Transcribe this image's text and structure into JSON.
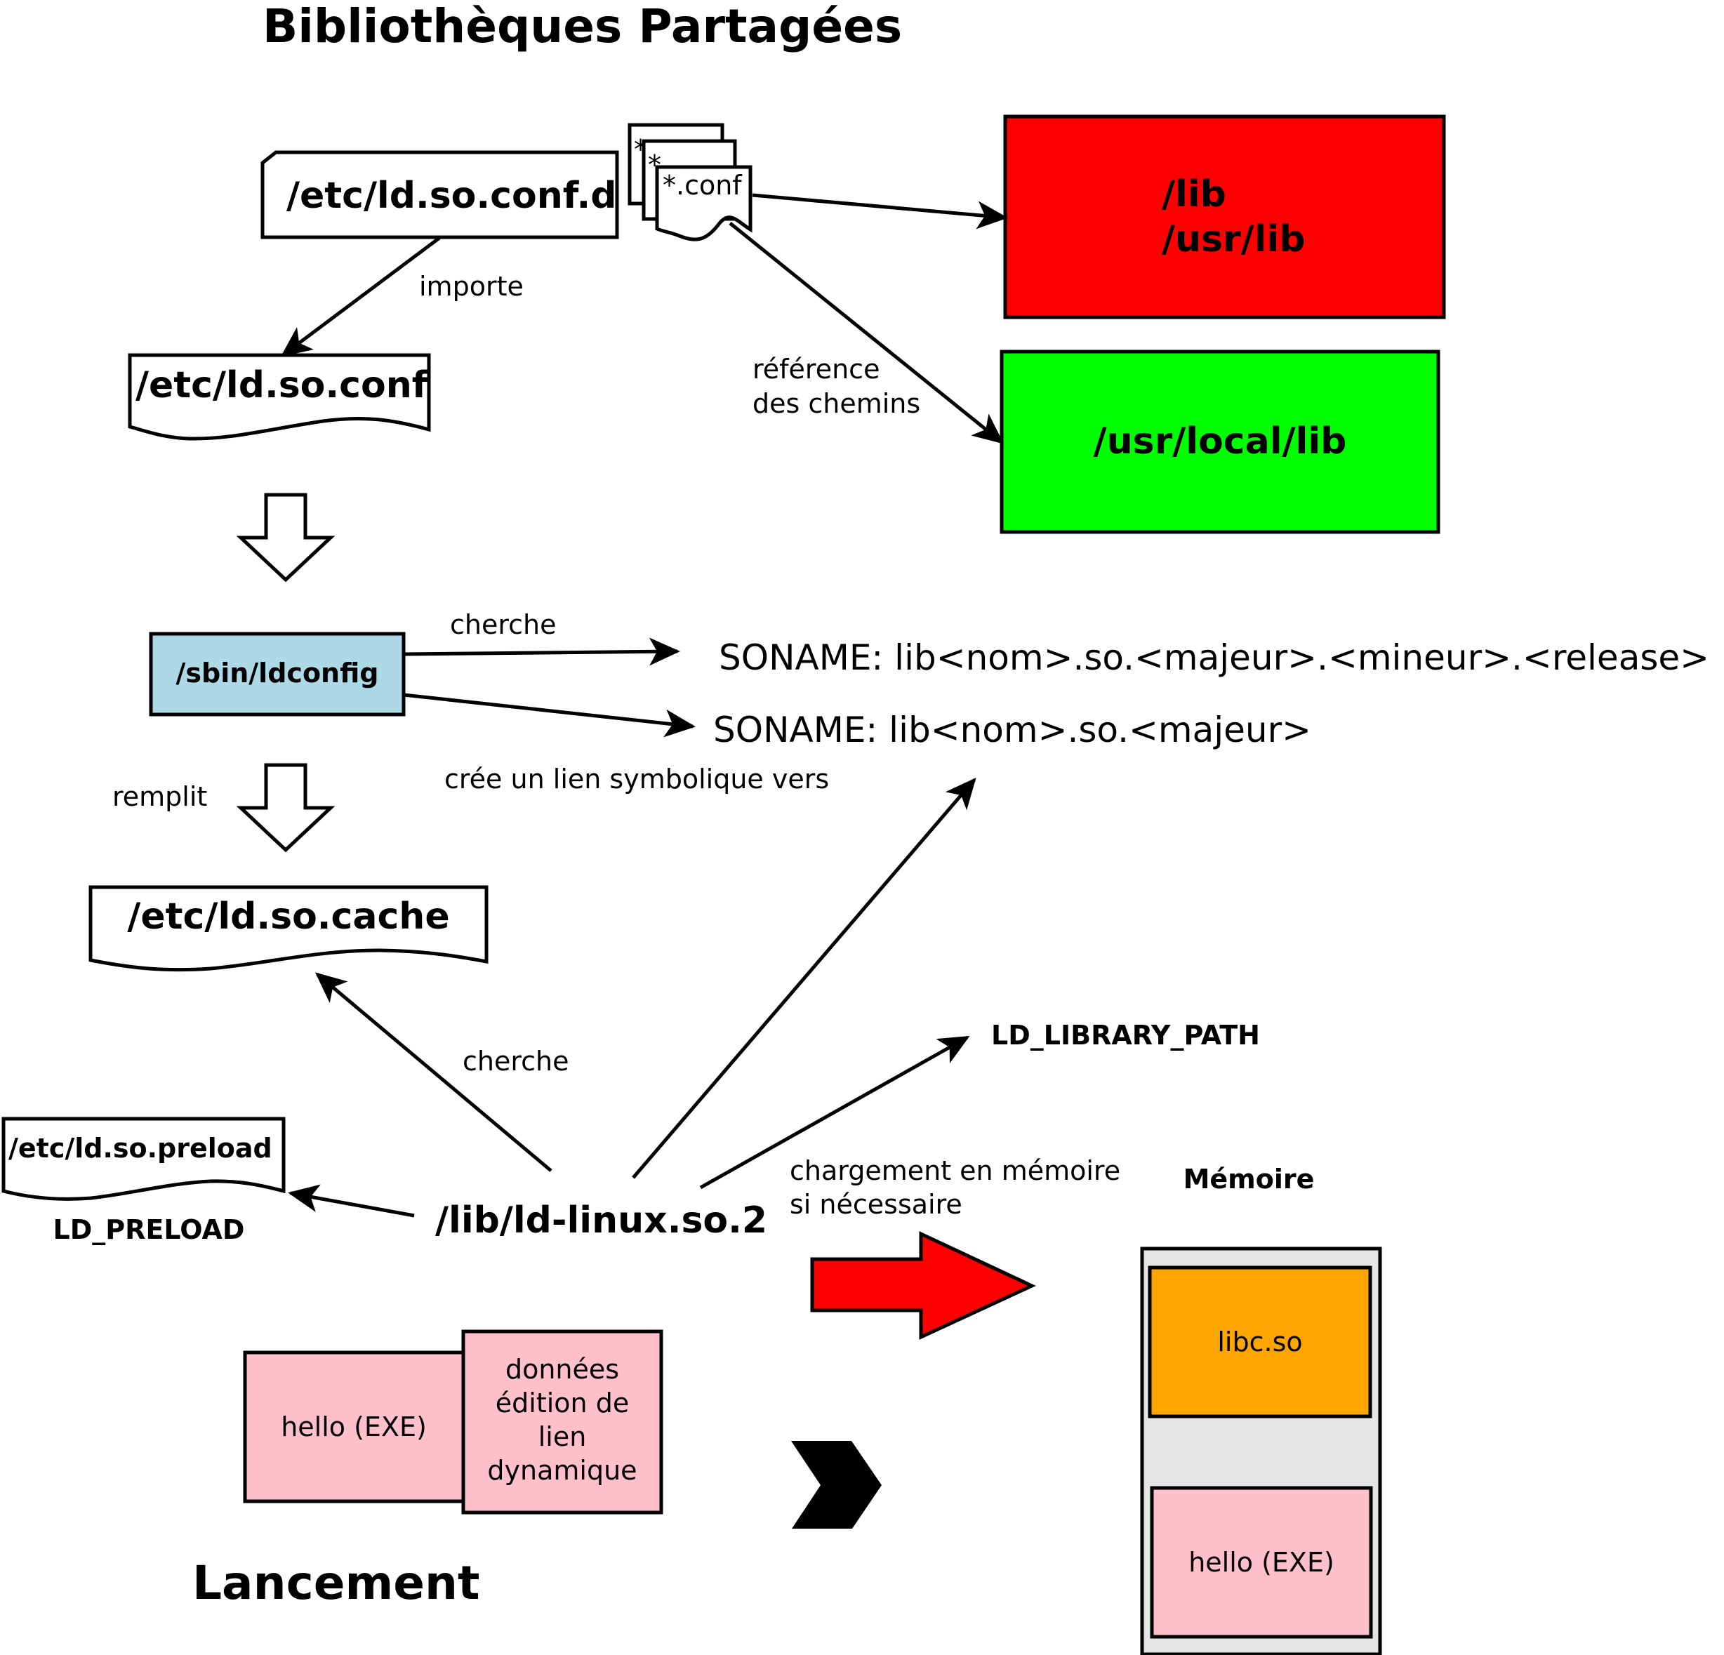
{
  "title": "Bibliothèques Partagées",
  "footer_title": "Lancement",
  "colors": {
    "lib_box": "#ff0000",
    "local_lib_box": "#00ff00",
    "ldconfig_box": "#add8e6",
    "libc_box": "#ffa500",
    "exe_box": "#ffc0cb",
    "memory_box": "#e5e5e5",
    "load_arrow": "#ff0000"
  },
  "nodes": {
    "ld_so_conf_d": "/etc/ld.so.conf.d",
    "conf_files": {
      "front": "*.conf",
      "back1": "*",
      "back2": "*"
    },
    "lib_dirs": {
      "line1": "/lib",
      "line2": "/usr/lib"
    },
    "usr_local_lib": "/usr/local/lib",
    "ld_so_conf": "/etc/ld.so.conf",
    "ldconfig": "/sbin/ldconfig",
    "soname_full": "SONAME: lib<nom>.so.<majeur>.<mineur>.<release>",
    "soname_major": "SONAME: lib<nom>.so.<majeur>",
    "ld_so_cache": "/etc/ld.so.cache",
    "ld_so_preload": "/etc/ld.so.preload",
    "ld_preload": "LD_PRELOAD",
    "ld_linux": "/lib/ld-linux.so.2",
    "ld_library_path": "LD_LIBRARY_PATH",
    "memory_label": "Mémoire",
    "libc": "libc.so",
    "hello_exe": "hello (EXE)",
    "hello_exe_mem": "hello (EXE)",
    "dyn_link_data": [
      "données",
      "édition de",
      "lien",
      "dynamique"
    ]
  },
  "edge_labels": {
    "importe": "importe",
    "reference_line1": "référence",
    "reference_line2": "des chemins",
    "cherche_ldconfig": "cherche",
    "cree_lien": "crée un lien symbolique vers",
    "remplit": "remplit",
    "cherche_cache": "cherche",
    "chargement_line1": "chargement en mémoire",
    "chargement_line2": "si nécessaire"
  }
}
